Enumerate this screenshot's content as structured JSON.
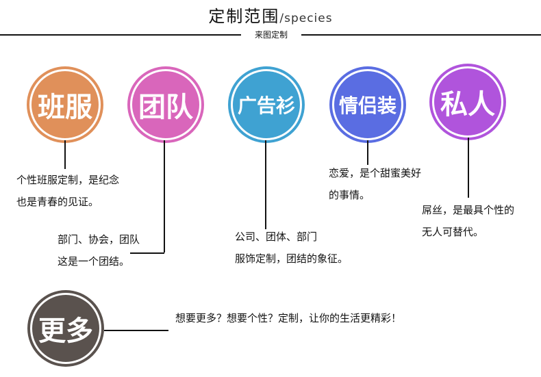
{
  "header": {
    "title": "定制范围",
    "title_suffix": "/species",
    "subtitle": "来图定制"
  },
  "categories": [
    {
      "label": "班服",
      "color": "#e0905a",
      "desc_line1": "个性班服定制，是纪念",
      "desc_line2": "也是青春的见证。"
    },
    {
      "label": "团队",
      "color": "#d966bb",
      "desc_line1": "部门、协会，团队",
      "desc_line2": "这是一个团结。"
    },
    {
      "label": "广告衫",
      "color": "#3fa2d2",
      "desc_line1": "公司、团体、部门",
      "desc_line2": "服饰定制，团结的象征。"
    },
    {
      "label": "情侣装",
      "color": "#5a6de2",
      "desc_line1": "恋爱，是个甜蜜美好",
      "desc_line2": "的事情。"
    },
    {
      "label": "私人",
      "color": "#b054dc",
      "desc_line1": "屌丝，是最具个性的",
      "desc_line2": "无人可替代。"
    }
  ],
  "more": {
    "label": "更多",
    "color": "#5a524e",
    "text": "想要更多？想要个性？定制，让你的生活更精彩！"
  }
}
